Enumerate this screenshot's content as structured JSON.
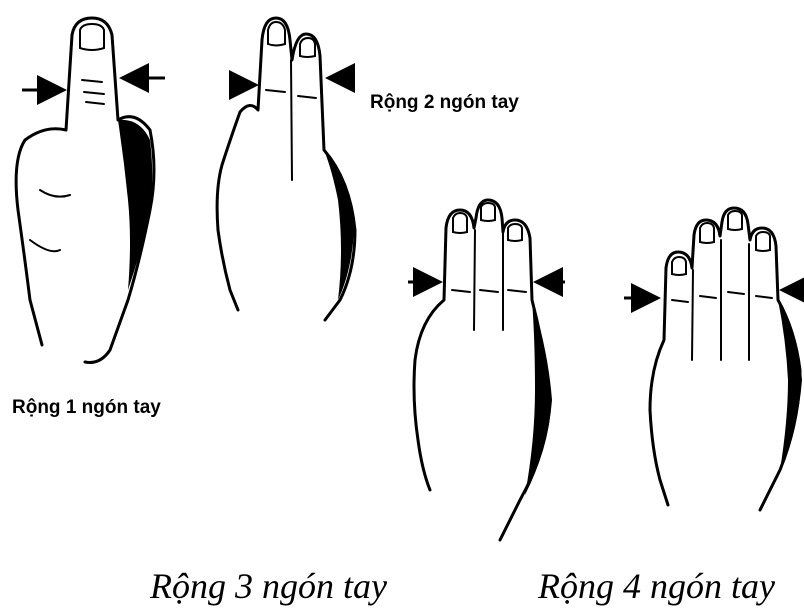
{
  "labels": {
    "one_finger": "Rộng 1 ngón tay",
    "two_fingers": "Rộng 2 ngón tay",
    "three_fingers": "Rộng 3 ngón tay",
    "four_fingers": "Rộng 4 ngón tay"
  },
  "figures": [
    {
      "name": "hand-one-finger",
      "fingers": 1
    },
    {
      "name": "hand-two-fingers",
      "fingers": 2
    },
    {
      "name": "hand-three-fingers",
      "fingers": 3
    },
    {
      "name": "hand-four-fingers",
      "fingers": 4
    }
  ],
  "colors": {
    "ink": "#000000",
    "background": "#ffffff"
  }
}
